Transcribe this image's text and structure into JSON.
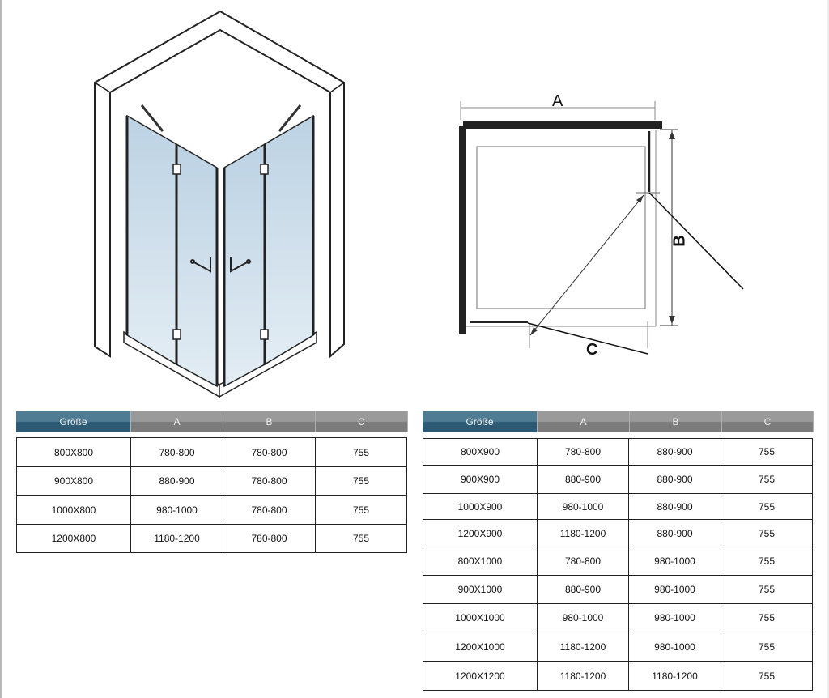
{
  "diagram": {
    "title": "Shower enclosure dimension drawing",
    "isometric_view": {
      "description": "Corner shower enclosure with two hinged glass doors, support bars and handles",
      "glass_color": "#c9dbe8"
    },
    "plan_view": {
      "labels": {
        "a": "A",
        "b": "B",
        "c": "C"
      }
    }
  },
  "tables": [
    {
      "headers": [
        "Größe",
        "A",
        "B",
        "C"
      ],
      "rows": [
        [
          "800X800",
          "780-800",
          "780-800",
          "755"
        ],
        [
          "900X800",
          "880-900",
          "780-800",
          "755"
        ],
        [
          "1000X800",
          "980-1000",
          "780-800",
          "755"
        ],
        [
          "1200X800",
          "1180-1200",
          "780-800",
          "755"
        ]
      ]
    },
    {
      "headers": [
        "Größe",
        "A",
        "B",
        "C"
      ],
      "rows": [
        [
          "800X900",
          "780-800",
          "880-900",
          "755"
        ],
        [
          "900X900",
          "880-900",
          "880-900",
          "755"
        ],
        [
          "1000X900",
          "980-1000",
          "880-900",
          "755"
        ],
        [
          "1200X900",
          "1180-1200",
          "880-900",
          "755"
        ],
        [
          "800X1000",
          "780-800",
          "980-1000",
          "755"
        ],
        [
          "900X1000",
          "880-900",
          "980-1000",
          "755"
        ],
        [
          "1000X1000",
          "980-1000",
          "980-1000",
          "755"
        ],
        [
          "1200X1000",
          "1180-1200",
          "980-1000",
          "755"
        ],
        [
          "1200X1200",
          "1180-1200",
          "1180-1200",
          "755"
        ]
      ]
    }
  ],
  "colors": {
    "header_size": "#2c5a74",
    "header_cols": "#7c7c7c",
    "grid_border": "#222222"
  }
}
